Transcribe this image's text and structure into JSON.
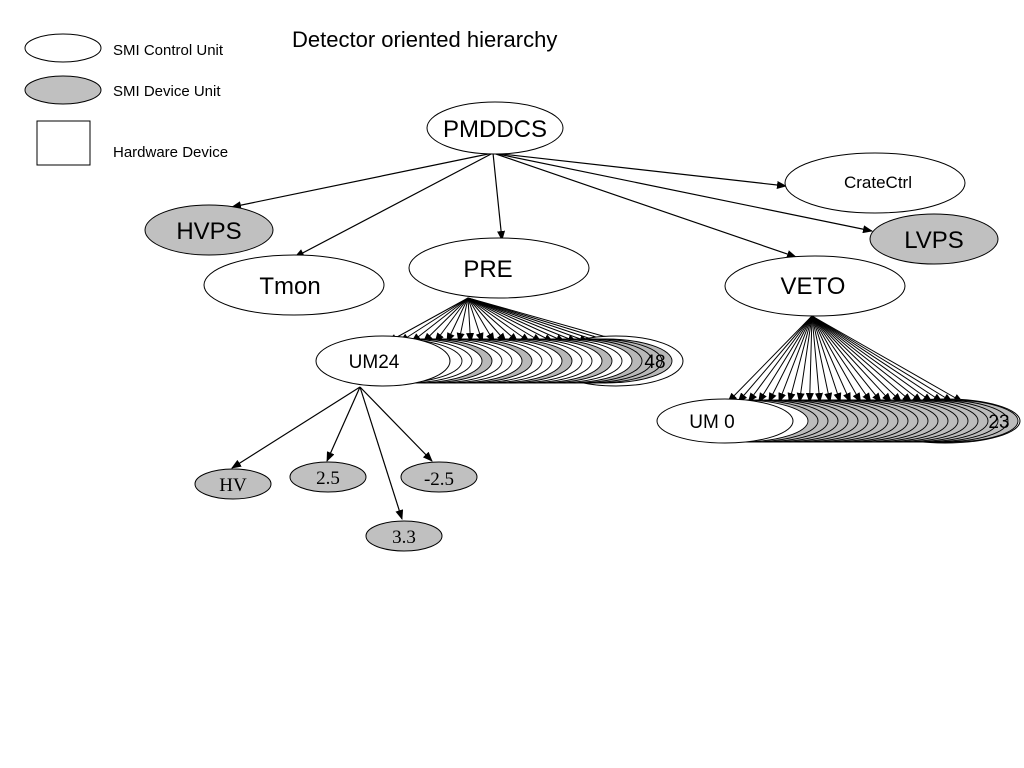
{
  "title": "Detector oriented hierarchy",
  "legend": {
    "control_unit": "SMI Control Unit",
    "device_unit": "SMI Device Unit",
    "hardware_device": "Hardware Device"
  },
  "nodes": {
    "root": "PMDDCS",
    "cratectrl": "CrateCtrl",
    "hvps": "HVPS",
    "lvps": "LVPS",
    "tmon": "Tmon",
    "pre": "PRE",
    "veto": "VETO",
    "um24": "UM24",
    "um_last": "48",
    "um0": "UM 0",
    "um23": "23",
    "hv": "HV",
    "v25": "2.5",
    "vm25": "-2.5",
    "v33": "3.3"
  },
  "colors": {
    "control_fill": "#ffffff",
    "device_fill": "#c0c0c0",
    "stroke": "#000000"
  }
}
